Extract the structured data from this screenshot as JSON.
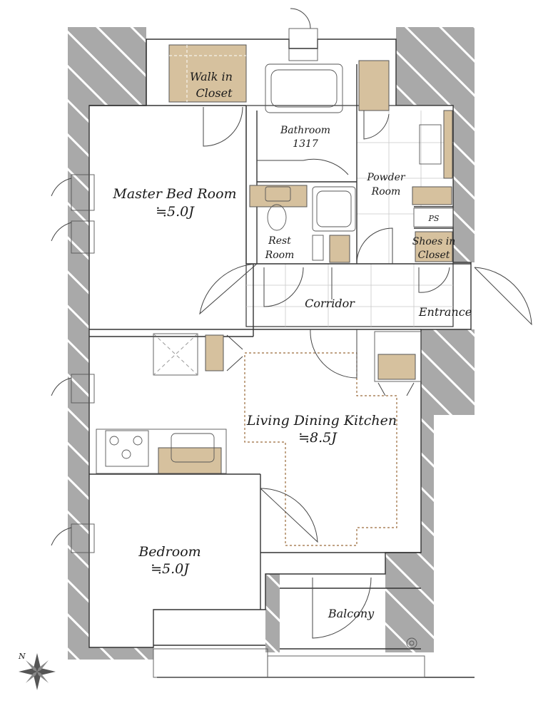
{
  "rooms": {
    "walk_in_closet": {
      "line1": "Walk in",
      "line2": "Closet"
    },
    "bathroom": {
      "line1": "Bathroom",
      "line2": "1317"
    },
    "master_bed": {
      "line1": "Master Bed Room",
      "line2": "≒5.0J"
    },
    "powder": {
      "line1": "Powder",
      "line2": "Room"
    },
    "ps": {
      "label": "PS"
    },
    "rest": {
      "line1": "Rest",
      "line2": "Room"
    },
    "shoes": {
      "line1": "Shoes in",
      "line2": "Closet"
    },
    "corridor": {
      "label": "Corridor"
    },
    "entrance": {
      "label": "Entrance"
    },
    "ldk": {
      "line1": "Living Dining Kitchen",
      "line2": "≒8.5J"
    },
    "bedroom": {
      "line1": "Bedroom",
      "line2": "≒5.0J"
    },
    "balcony": {
      "label": "Balcony"
    }
  },
  "compass": {
    "north_label": "N"
  },
  "colors": {
    "wall_hatch": "#a9a9a9",
    "storage": "#d6c19e",
    "ldk_outline": "#9a6a3a"
  }
}
